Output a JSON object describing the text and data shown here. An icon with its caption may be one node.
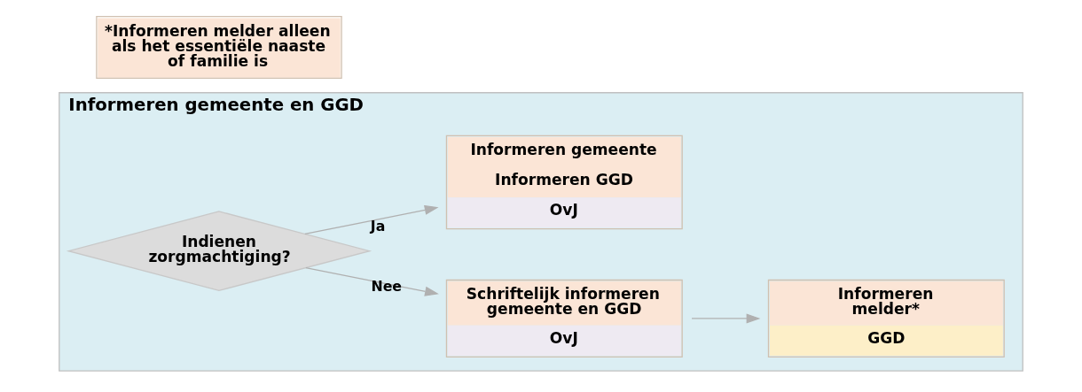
{
  "diagram": {
    "nodes": [
      {
        "text": [
          "Informeren gemeente en GGD"
        ]
      },
      {
        "text": [
          "Indienen zorgmachtiging?"
        ],
        "in": 0
      },
      {
        "text": [
          "Schriftelijk informeren gemeente en GGD",
          "OvJ"
        ],
        "in": 0
      },
      {
        "text": [
          "Informeren melder*",
          "GGD"
        ],
        "in": 0
      },
      {
        "text": [
          "Informeren gemeente",
          "Informeren GGD",
          "OvJ"
        ],
        "in": 0
      },
      {
        "text": [
          "*Informeren melder alleen als het essentiële naaste of familie is"
        ]
      }
    ],
    "edges": [
      {
        "from": 1,
        "to": 2,
        "arrow": "to",
        "label": "Nee"
      },
      {
        "from": 2,
        "to": 3,
        "arrow": "to"
      },
      {
        "from": 1,
        "to": 4,
        "arrow": "to",
        "label": "Ja"
      }
    ]
  }
}
